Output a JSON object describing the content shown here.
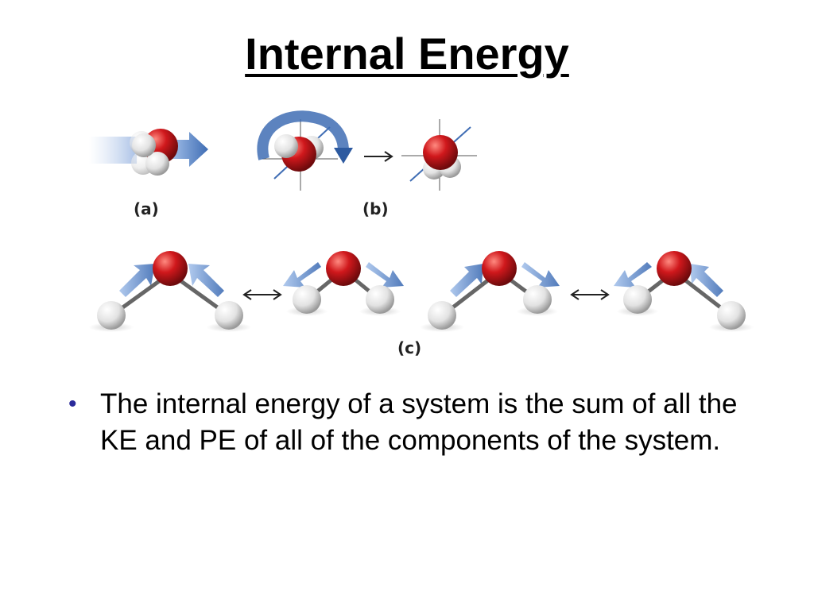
{
  "slide": {
    "title": "Internal Energy"
  },
  "figure": {
    "labels": {
      "a": "(a)",
      "b": "(b)",
      "c": "(c)"
    },
    "colors": {
      "oxygen": "#c0181c",
      "hydrogen": "#e8e8e8",
      "arrow": "#3f6db4"
    },
    "icons": [
      "molecule-translation",
      "molecule-rotation",
      "molecule-vibration"
    ]
  },
  "bullets": [
    {
      "marker": "•",
      "text": "The internal energy of a system is the sum of all the KE and PE of all of the components of the system."
    }
  ]
}
